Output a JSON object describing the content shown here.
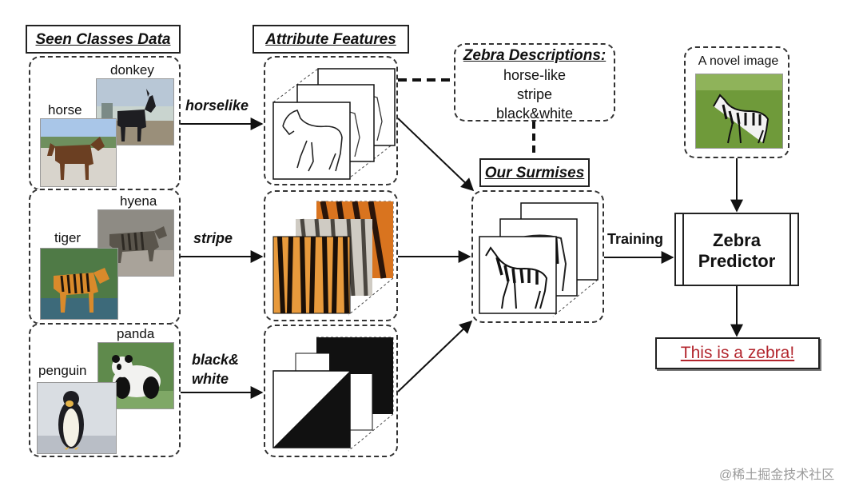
{
  "headers": {
    "seen": "Seen Classes Data",
    "attributes": "Attribute Features",
    "zebra_desc": "Zebra Descriptions:",
    "surmises": "Our Surmises"
  },
  "seen_groups": [
    {
      "top_label": "donkey",
      "bottom_label": "horse"
    },
    {
      "top_label": "hyena",
      "bottom_label": "tiger"
    },
    {
      "top_label": "panda",
      "bottom_label": "penguin"
    }
  ],
  "attribute_labels": {
    "horselike": "horselike",
    "stripe": "stripe",
    "bw_line1": "black&",
    "bw_line2": "white"
  },
  "zebra_descriptions": [
    "horse-like",
    "stripe",
    "black&white"
  ],
  "novel_image_label": "A novel image",
  "training_label": "Training",
  "predictor": {
    "line1": "Zebra",
    "line2": "Predictor"
  },
  "result": "This is a zebra!",
  "watermark": "@稀土掘金技术社区",
  "colors": {
    "result_text": "#b3262e",
    "border": "#333333"
  }
}
